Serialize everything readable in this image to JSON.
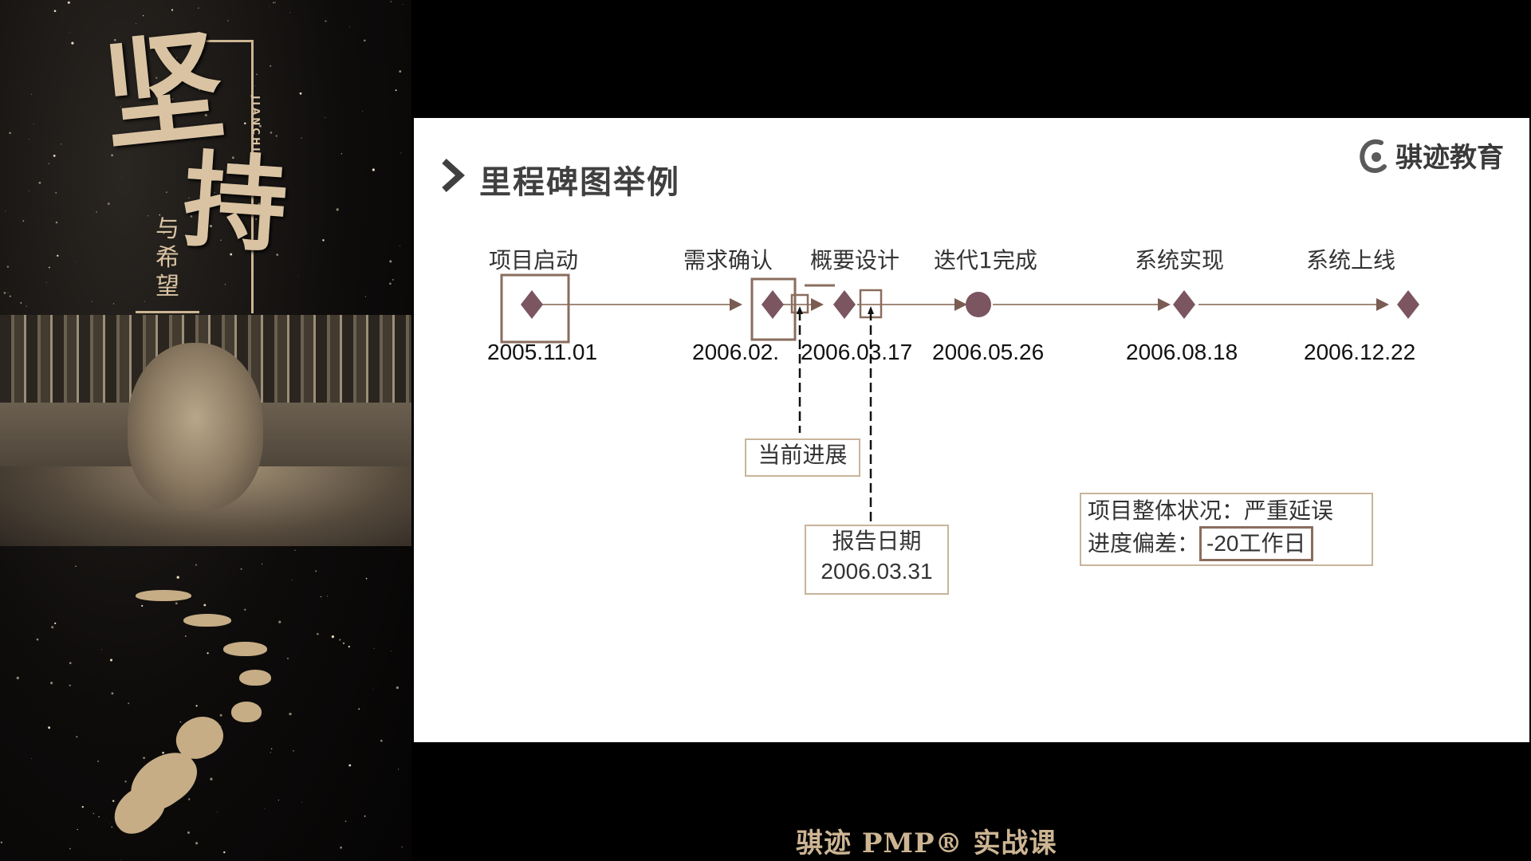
{
  "poster": {
    "title_chars": [
      "坚",
      "持"
    ],
    "subtitle": "与希望",
    "latin": "JIANCHI"
  },
  "slide": {
    "title": "里程碑图举例",
    "brand": "骐迹教育"
  },
  "milestones": [
    {
      "label": "项目启动",
      "date": "2005.11.01",
      "marker": "diamond"
    },
    {
      "label": "需求确认",
      "date": "2006.02.",
      "marker": "diamond"
    },
    {
      "label": "概要设计",
      "date": "2006.03.17",
      "marker": "diamond"
    },
    {
      "label": "迭代1完成",
      "date": "2006.05.26",
      "marker": "circle"
    },
    {
      "label": "系统实现",
      "date": "2006.08.18",
      "marker": "diamond"
    },
    {
      "label": "系统上线",
      "date": "2006.12.22",
      "marker": "diamond"
    }
  ],
  "callouts": {
    "current_progress": "当前进展",
    "report_date_label": "报告日期",
    "report_date_value": "2006.03.31",
    "status_line": "项目整体状况：严重延误",
    "variance_label": "进度偏差：",
    "variance_value": "-20工作日"
  },
  "footer": {
    "course_title": "骐迹 PMP® 实战课"
  },
  "colors": {
    "marker": "#7b5560",
    "accent_border": "#8a6d5e",
    "light_border": "#c8b49a",
    "poster_gold": "#d9c3a3"
  }
}
